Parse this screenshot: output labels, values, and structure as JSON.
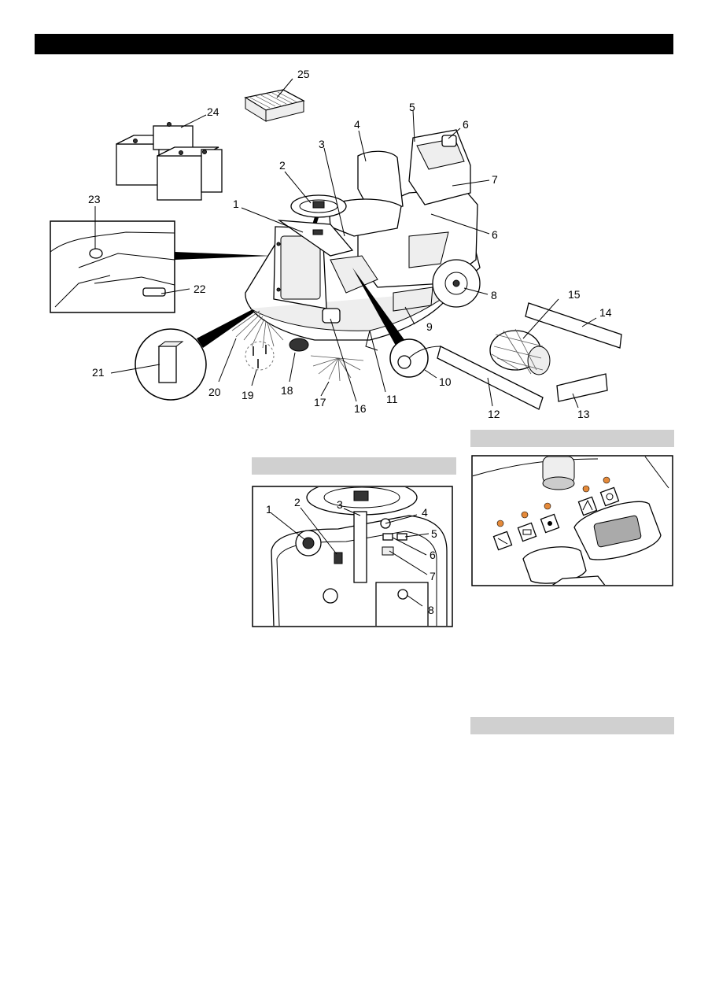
{
  "figure_main": {
    "labels": [
      "1",
      "2",
      "3",
      "4",
      "5",
      "6",
      "6",
      "7",
      "8",
      "9",
      "10",
      "11",
      "12",
      "13",
      "14",
      "15",
      "16",
      "17",
      "18",
      "19",
      "20",
      "21",
      "22",
      "23",
      "24",
      "25"
    ]
  },
  "figure_console": {
    "labels": [
      "1",
      "2",
      "3",
      "4",
      "5",
      "6",
      "7",
      "8"
    ]
  },
  "figure_panel": {
    "led_color": "#e58a3a"
  }
}
